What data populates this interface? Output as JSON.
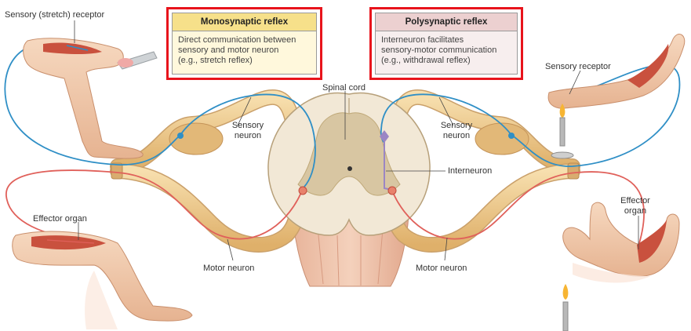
{
  "boxes": {
    "monosynaptic": {
      "title": "Monosynaptic reflex",
      "lines": [
        "Direct communication between",
        "sensory and motor neuron",
        "(e.g., stretch reflex)"
      ]
    },
    "polysynaptic": {
      "title": "Polysynaptic reflex",
      "lines": [
        "Interneuron facilitates",
        "sensory-motor communication",
        "(e.g., withdrawal reflex)"
      ]
    }
  },
  "labels": {
    "sensory_stretch_receptor": "Sensory (stretch) receptor",
    "spinal_cord": "Spinal cord",
    "sensory_neuron_left": [
      "Sensory",
      "neuron"
    ],
    "sensory_neuron_right": [
      "Sensory",
      "neuron"
    ],
    "sensory_receptor_right": "Sensory receptor",
    "interneuron": "Interneuron",
    "effector_organ_left": "Effector organ",
    "effector_organ_right": [
      "Effector",
      "organ"
    ],
    "motor_neuron_left": "Motor neuron",
    "motor_neuron_right": "Motor neuron"
  },
  "colors": {
    "sensory_pathway": "#2f8fc6",
    "motor_pathway": "#e0605a",
    "interneuron": "#9b86c4",
    "nerve": "#e9c48a",
    "gray_matter": "#d8c6a2",
    "white_matter": "#f2e8d6",
    "skin": "#f1c9a8",
    "muscle": "#c9513e",
    "highlight_border": "#e8141c"
  }
}
